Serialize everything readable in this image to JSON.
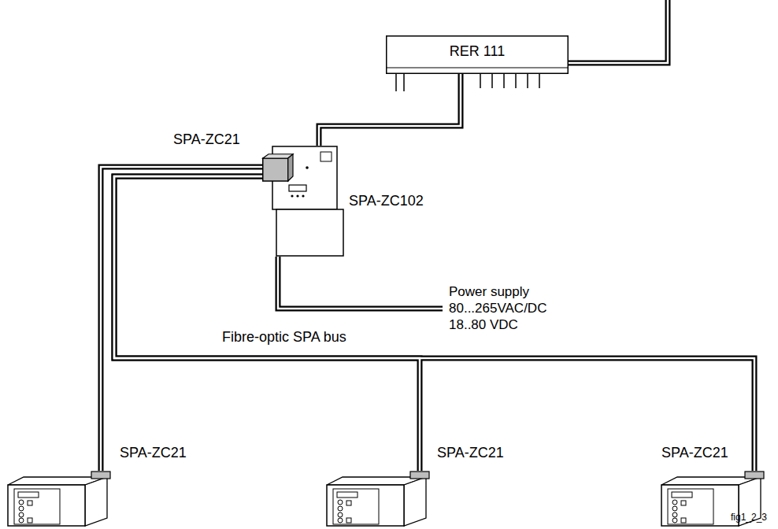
{
  "diagram": {
    "nodes": [
      {
        "text": [
          "RER 111"
        ]
      },
      {
        "text": [
          "SPA-ZC102"
        ]
      },
      {
        "text": [
          "SPA-ZC21"
        ],
        "in": 1
      },
      {
        "text": [
          "SPA-ZC21"
        ]
      },
      {
        "text": [
          "SPA-ZC21"
        ]
      },
      {
        "text": [
          "SPA-ZC21"
        ]
      }
    ],
    "edges": [
      {
        "from": 0,
        "to": 1,
        "arrow": "none"
      },
      {
        "from": 2,
        "to": 3,
        "arrow": "none"
      },
      {
        "from": 2,
        "to": 4,
        "arrow": "none"
      },
      {
        "from": 2,
        "to": 5,
        "arrow": "none"
      }
    ],
    "labels": [
      "Power supply",
      "80...265VAC/DC",
      "18..80 VDC",
      "Fibre-optic SPA bus",
      "fig1_2_3"
    ]
  }
}
